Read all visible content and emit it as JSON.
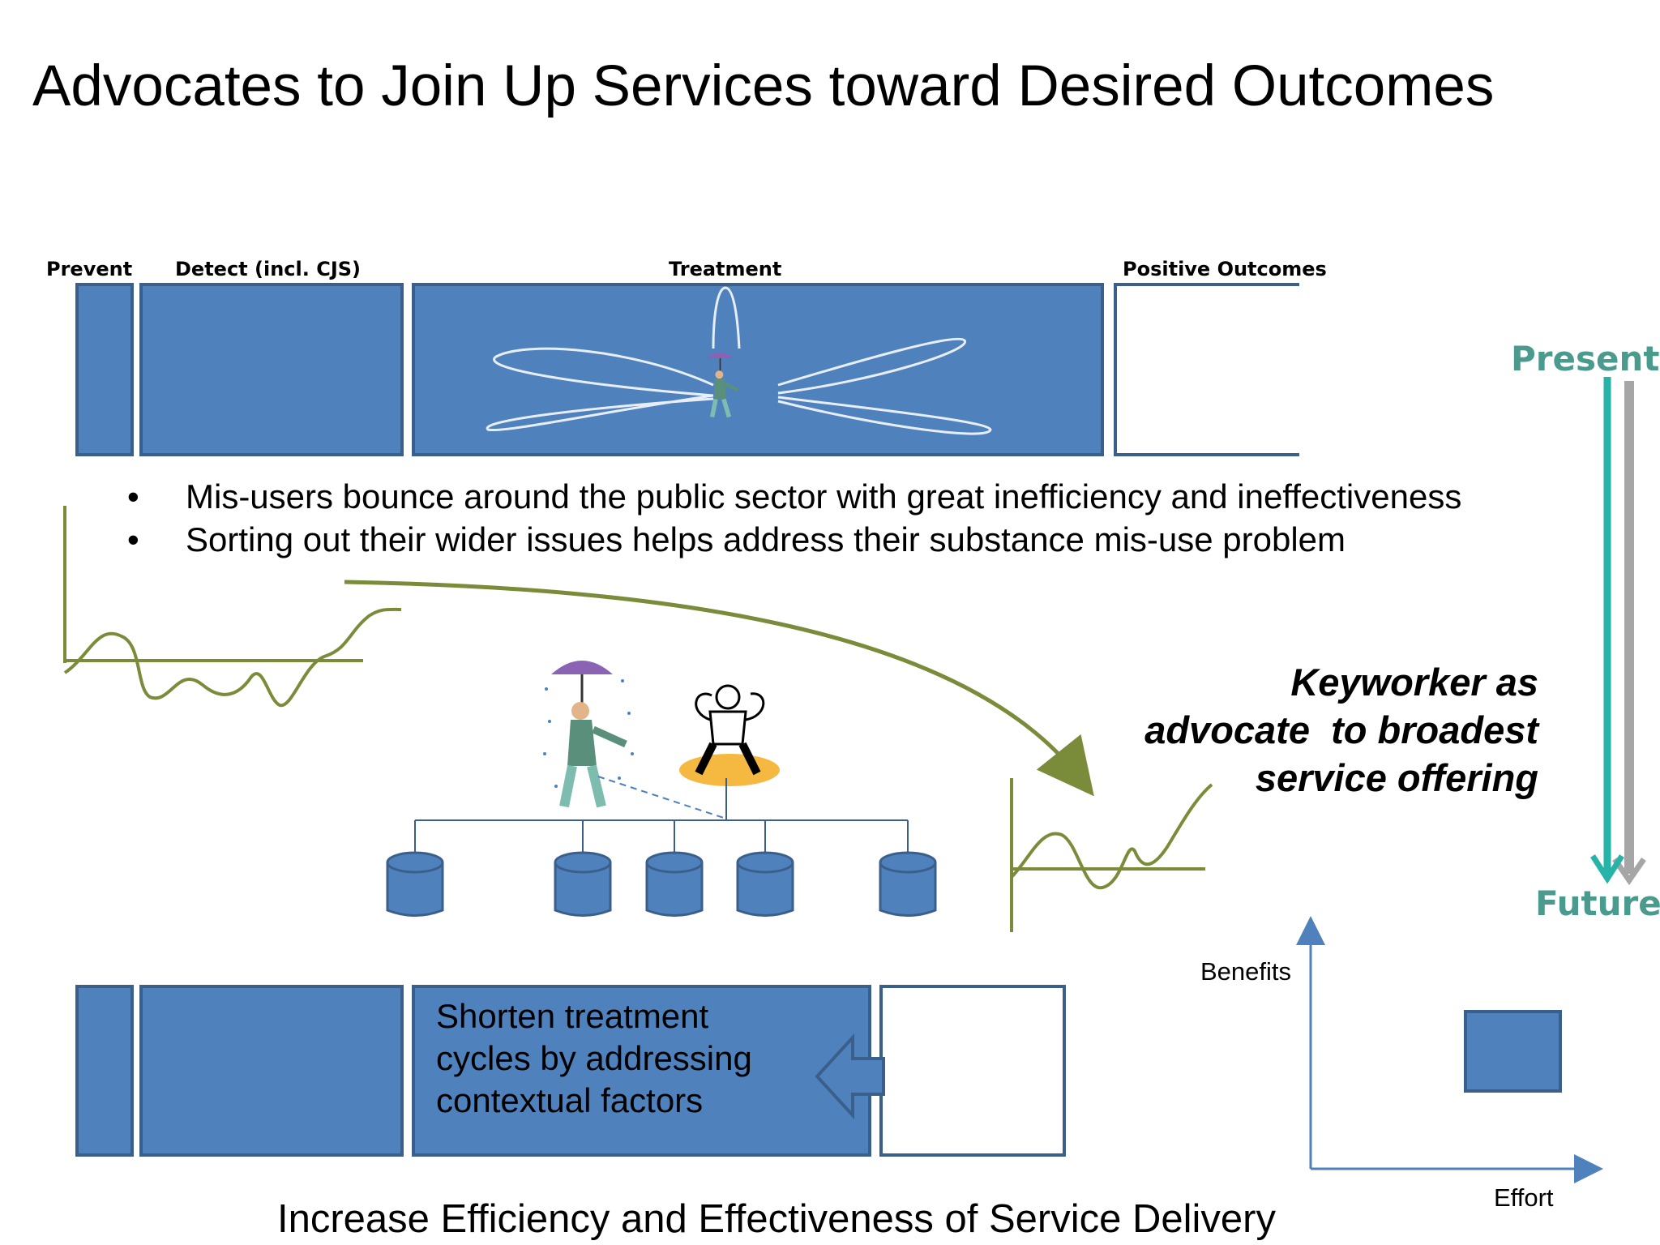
{
  "title": "Advocates to Join Up Services toward Desired Outcomes",
  "stages": [
    "Prevent",
    "Detect (incl. CJS)",
    "Treatment",
    "Positive Outcomes"
  ],
  "bullets": [
    "Mis-users bounce around the public sector with great inefficiency and ineffectiveness",
    "Sorting out their wider issues helps address their substance mis-use problem"
  ],
  "keyworker": [
    "Keyworker as",
    "advocate  to broadest",
    "service offering"
  ],
  "shorten": [
    "Shorten treatment",
    "cycles by addressing",
    "contextual factors"
  ],
  "timeline": {
    "present": "Present",
    "future": "Future"
  },
  "axes": {
    "y": "Benefits",
    "x": "Effort"
  },
  "footer": "Increase Efficiency and Effectiveness of Service Delivery",
  "colors": {
    "box_fill": "#4f81bd",
    "box_stroke": "#3a5f8a",
    "teal": "#26b3a8",
    "gray": "#a6a6a6",
    "olive": "#7a8c3a",
    "heading_teal": "#4a9b8e"
  },
  "icons": [
    "person-with-umbrella-icon",
    "keyworker-figure-icon",
    "database-icon"
  ]
}
